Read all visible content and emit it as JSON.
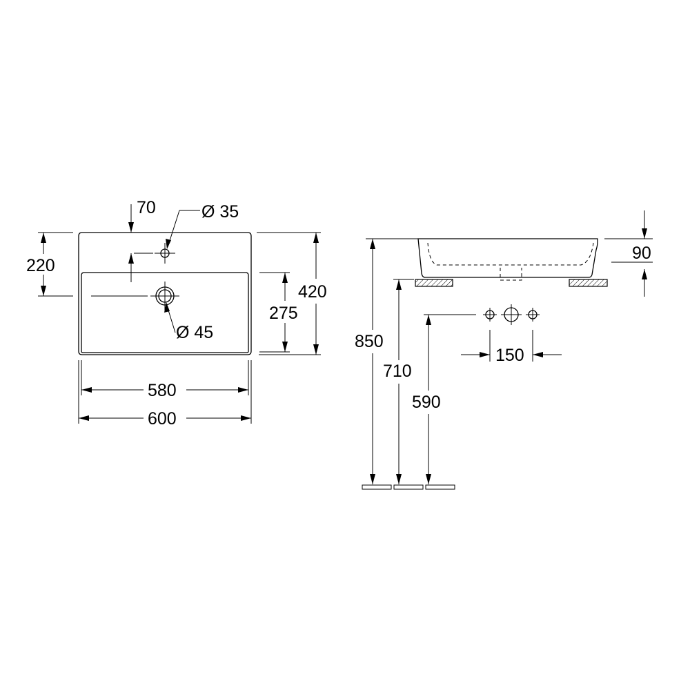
{
  "plan_view": {
    "dim_width_outer": "600",
    "dim_width_inner": "580",
    "dim_depth": "420",
    "dim_bowl_depth": "275",
    "dim_tap_zone": "220",
    "dim_tap_offset": "70",
    "dim_tap_hole": "Ø 35",
    "dim_drain": "Ø 45"
  },
  "side_view": {
    "dim_basin_height": "90",
    "dim_top_height": "850",
    "dim_counter_height": "710",
    "dim_supply_height": "590",
    "dim_supply_spacing": "150"
  }
}
